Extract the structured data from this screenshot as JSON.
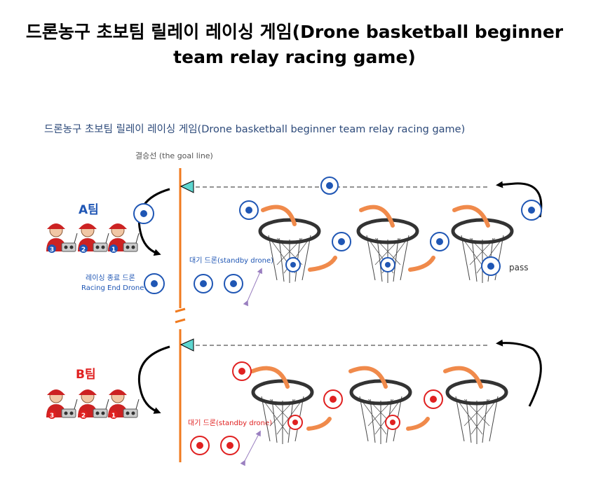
{
  "title_line1": "드론농구 초보팀 릴레이 레이싱 게임(Drone basketball beginner",
  "title_line2": "team relay racing game)",
  "diagram_subtitle": "드론농구 초보팀 릴레이 레이싱 게임(Drone basketball beginner team relay racing game)",
  "goal_line_label": "결승선 (the goal line)",
  "team_a_label": "A팀",
  "team_b_label": "B팀",
  "racing_end_label_kr": "레이싱 종료 드론",
  "racing_end_label_en": "Racing End Drone",
  "standby_label_a": "대기 드론(standby drone)",
  "standby_label_b": "대기 드론(standby drone)",
  "pass_label": "pass",
  "player_numbers": [
    "3",
    "2",
    "1"
  ],
  "colors": {
    "team_a": "#1f56b4",
    "team_b": "#e02020",
    "goal_line": "#f07a1e",
    "arrow_orange": "#f08a4b",
    "subtitle": "#2d4a7a",
    "hoop": "#333333"
  }
}
